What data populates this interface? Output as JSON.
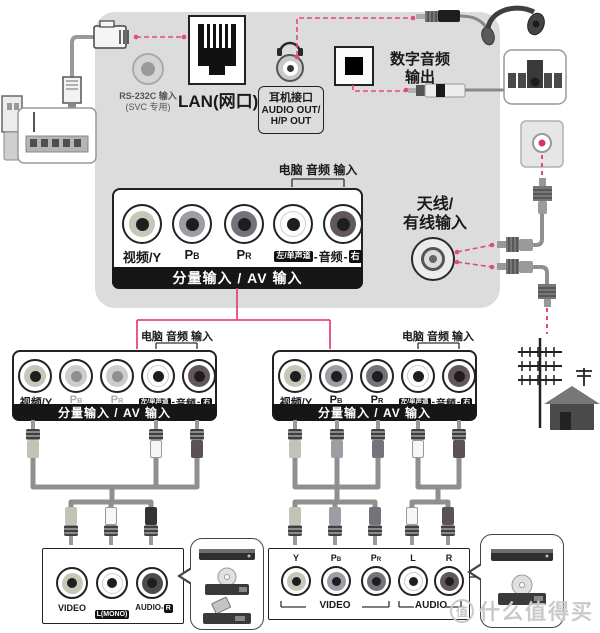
{
  "colors": {
    "pink": "#e5497a",
    "panel_gray": "#dcdcdc",
    "bar_black": "#161616"
  },
  "top": {
    "rs232_label": "RS-232C 输入",
    "rs232_sub": "(SVC 专用)",
    "lan_label": "LAN(网口)",
    "hp_line1": "耳机接口",
    "hp_line2": "AUDIO OUT/",
    "hp_line3": "H/P OUT",
    "optical_line1": "数字音频",
    "optical_line2": "输出",
    "antenna_line1": "天线/",
    "antenna_line2": "有线输入"
  },
  "av": {
    "pc_audio": "电脑 音频 输入",
    "video_y": "视频/Y",
    "pb": {
      "main": "P",
      "sub": "B"
    },
    "pr": {
      "main": "P",
      "sub": "R"
    },
    "left_badge": "左/单声道",
    "audio": "音频",
    "right_badge": "右",
    "dash": "-",
    "bar": "分量输入 / AV 输入"
  },
  "bottom_left": {
    "video": "VIDEO",
    "l_mono": "L(MONO)",
    "audio": "AUDIO-",
    "r": "R"
  },
  "bottom_right": {
    "y": "Y",
    "pb": {
      "main": "P",
      "sub": "B"
    },
    "pr": {
      "main": "P",
      "sub": "R"
    },
    "l": "L",
    "r": "R",
    "video_group": "VIDEO",
    "audio_group": "AUDIO"
  },
  "watermark": {
    "logo": "值",
    "text": "什么值得买"
  }
}
